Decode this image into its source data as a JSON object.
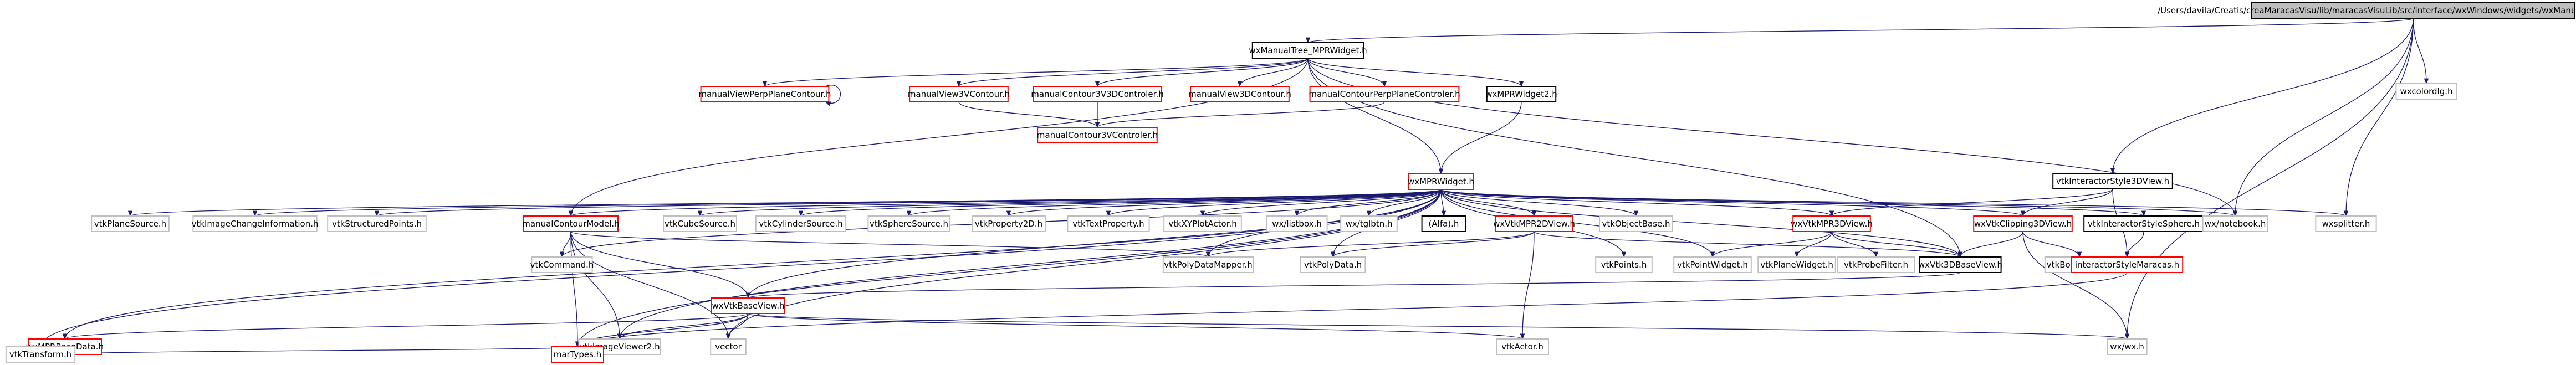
{
  "diagram": {
    "colors": {
      "edge": "#191970",
      "root_fill": "#bfbfbf",
      "node_border_black": "#000000",
      "node_border_red": "#ff0000",
      "node_border_gray": "#bfbfbf",
      "text": "#000000"
    },
    "nodes": [
      {
        "id": "root",
        "label": "/Users/davila/Creatis/creaMaracasVisu/lib/maracasVisuLib/src/interface/wxWindows/widgets/wxManualTree_MPRWidget.cxx",
        "style": "root"
      },
      {
        "id": "n1",
        "label": "wxManualTree_MPRWidget.h",
        "style": "black"
      },
      {
        "id": "n2",
        "label": "wxcolordlg.h",
        "style": "gray"
      },
      {
        "id": "n3",
        "label": "vtkInteractorStyle3DView.h",
        "style": "black"
      },
      {
        "id": "n4",
        "label": "manualViewPerpPlaneContour.h",
        "style": "red"
      },
      {
        "id": "n5",
        "label": "manualView3VContour.h",
        "style": "red"
      },
      {
        "id": "n6",
        "label": "manualContour3V3DControler.h",
        "style": "red"
      },
      {
        "id": "n7",
        "label": "manualView3DContour.h",
        "style": "red"
      },
      {
        "id": "n8",
        "label": "manualContourPerpPlaneControler.h",
        "style": "red"
      },
      {
        "id": "n9",
        "label": "wxMPRWidget2.h",
        "style": "black"
      },
      {
        "id": "n10",
        "label": "manualContour3VControler.h",
        "style": "red"
      },
      {
        "id": "n11",
        "label": "wxMPRWidget.h",
        "style": "red"
      },
      {
        "id": "n12",
        "label": "vtkPlaneSource.h",
        "style": "gray"
      },
      {
        "id": "n13",
        "label": "vtkImageChangeInformation.h",
        "style": "gray"
      },
      {
        "id": "n14",
        "label": "vtkStructuredPoints.h",
        "style": "gray"
      },
      {
        "id": "n15",
        "label": "manualContourModel.h",
        "style": "red"
      },
      {
        "id": "n16",
        "label": "vtkCubeSource.h",
        "style": "gray"
      },
      {
        "id": "n17",
        "label": "vtkCylinderSource.h",
        "style": "gray"
      },
      {
        "id": "n18",
        "label": "vtkSphereSource.h",
        "style": "gray"
      },
      {
        "id": "n19",
        "label": "vtkProperty2D.h",
        "style": "gray"
      },
      {
        "id": "n20",
        "label": "vtkTextProperty.h",
        "style": "gray"
      },
      {
        "id": "n21",
        "label": "vtkXYPlotActor.h",
        "style": "gray"
      },
      {
        "id": "n22",
        "label": "wx/listbox.h",
        "style": "gray"
      },
      {
        "id": "n23",
        "label": "wx/tglbtn.h",
        "style": "gray"
      },
      {
        "id": "n24",
        "label": "(Alfa).h",
        "style": "black"
      },
      {
        "id": "n25",
        "label": "wxVtkMPR2DView.h",
        "style": "red"
      },
      {
        "id": "n26",
        "label": "vtkObjectBase.h",
        "style": "gray"
      },
      {
        "id": "n27",
        "label": "wxVtkMPR3DView.h",
        "style": "red"
      },
      {
        "id": "n28",
        "label": "wxVtkClipping3DView.h",
        "style": "red"
      },
      {
        "id": "n29",
        "label": "vtkInteractorStyleSphere.h",
        "style": "black"
      },
      {
        "id": "n30",
        "label": "wx/notebook.h",
        "style": "gray"
      },
      {
        "id": "n31",
        "label": "wxsplitter.h",
        "style": "gray"
      },
      {
        "id": "n32",
        "label": "vtkCommand.h",
        "style": "gray"
      },
      {
        "id": "n33",
        "label": "vtkPolyDataMapper.h",
        "style": "gray"
      },
      {
        "id": "n34",
        "label": "vtkPolyData.h",
        "style": "gray"
      },
      {
        "id": "n35",
        "label": "vtkPoints.h",
        "style": "gray"
      },
      {
        "id": "n36",
        "label": "vtkPointWidget.h",
        "style": "gray"
      },
      {
        "id": "n37",
        "label": "vtkPlaneWidget.h",
        "style": "gray"
      },
      {
        "id": "n38",
        "label": "vtkProbeFilter.h",
        "style": "gray"
      },
      {
        "id": "n39",
        "label": "wxVtk3DBaseView.h",
        "style": "black"
      },
      {
        "id": "n40",
        "label": "vtkBoxWidget.h",
        "style": "gray"
      },
      {
        "id": "n41",
        "label": "interactorStyleMaracas.h",
        "style": "red"
      },
      {
        "id": "n42",
        "label": "wxVtkBaseView.h",
        "style": "red"
      },
      {
        "id": "n43",
        "label": "wxMPRBaseData.h",
        "style": "red"
      },
      {
        "id": "n44",
        "label": "vtkImageViewer2.h",
        "style": "gray"
      },
      {
        "id": "n45",
        "label": "vector",
        "style": "gray"
      },
      {
        "id": "n46",
        "label": "vtkActor.h",
        "style": "gray"
      },
      {
        "id": "n47",
        "label": "wx/wx.h",
        "style": "gray"
      },
      {
        "id": "n48",
        "label": "vtkTransform.h",
        "style": "gray"
      },
      {
        "id": "n49",
        "label": "marTypes.h",
        "style": "red"
      }
    ],
    "edges": [
      [
        "root",
        "n1"
      ],
      [
        "root",
        "n2"
      ],
      [
        "root",
        "n3"
      ],
      [
        "root",
        "n30"
      ],
      [
        "root",
        "n31"
      ],
      [
        "root",
        "n47"
      ],
      [
        "n1",
        "n4"
      ],
      [
        "n1",
        "n5"
      ],
      [
        "n1",
        "n6"
      ],
      [
        "n1",
        "n7"
      ],
      [
        "n1",
        "n8"
      ],
      [
        "n1",
        "n9"
      ],
      [
        "n1",
        "n11"
      ],
      [
        "n1",
        "n15"
      ],
      [
        "n1",
        "n30"
      ],
      [
        "n1",
        "n39"
      ],
      [
        "n4",
        "n4"
      ],
      [
        "n5",
        "n10"
      ],
      [
        "n6",
        "n10"
      ],
      [
        "n8",
        "n10"
      ],
      [
        "n9",
        "n11"
      ],
      [
        "n3",
        "n27"
      ],
      [
        "n3",
        "n28"
      ],
      [
        "n3",
        "n41"
      ],
      [
        "n11",
        "n12"
      ],
      [
        "n11",
        "n13"
      ],
      [
        "n11",
        "n14"
      ],
      [
        "n11",
        "n15"
      ],
      [
        "n11",
        "n16"
      ],
      [
        "n11",
        "n17"
      ],
      [
        "n11",
        "n18"
      ],
      [
        "n11",
        "n19"
      ],
      [
        "n11",
        "n20"
      ],
      [
        "n11",
        "n21"
      ],
      [
        "n11",
        "n22"
      ],
      [
        "n11",
        "n23"
      ],
      [
        "n11",
        "n24"
      ],
      [
        "n11",
        "n25"
      ],
      [
        "n11",
        "n26"
      ],
      [
        "n11",
        "n27"
      ],
      [
        "n11",
        "n28"
      ],
      [
        "n11",
        "n29"
      ],
      [
        "n11",
        "n30"
      ],
      [
        "n11",
        "n31"
      ],
      [
        "n11",
        "n32"
      ],
      [
        "n11",
        "n33"
      ],
      [
        "n11",
        "n34"
      ],
      [
        "n11",
        "n35"
      ],
      [
        "n11",
        "n36"
      ],
      [
        "n11",
        "n39"
      ],
      [
        "n11",
        "n42"
      ],
      [
        "n11",
        "n43"
      ],
      [
        "n11",
        "n44"
      ],
      [
        "n11",
        "n45"
      ],
      [
        "n11",
        "n48"
      ],
      [
        "n11",
        "n49"
      ],
      [
        "n15",
        "n32"
      ],
      [
        "n15",
        "n33"
      ],
      [
        "n15",
        "n42"
      ],
      [
        "n15",
        "n44"
      ],
      [
        "n15",
        "n45"
      ],
      [
        "n15",
        "n49"
      ],
      [
        "n25",
        "n33"
      ],
      [
        "n25",
        "n34"
      ],
      [
        "n25",
        "n46"
      ],
      [
        "n25",
        "n39"
      ],
      [
        "n27",
        "n36"
      ],
      [
        "n27",
        "n37"
      ],
      [
        "n27",
        "n38"
      ],
      [
        "n27",
        "n39"
      ],
      [
        "n28",
        "n39"
      ],
      [
        "n28",
        "n40"
      ],
      [
        "n28",
        "n47"
      ],
      [
        "n29",
        "n41"
      ],
      [
        "n39",
        "n42"
      ],
      [
        "n41",
        "n49"
      ],
      [
        "n42",
        "n43"
      ],
      [
        "n42",
        "n44"
      ],
      [
        "n42",
        "n45"
      ],
      [
        "n42",
        "n46"
      ],
      [
        "n42",
        "n47"
      ],
      [
        "n42",
        "n49"
      ],
      [
        "n43",
        "n48"
      ],
      [
        "n43",
        "n49"
      ]
    ]
  }
}
